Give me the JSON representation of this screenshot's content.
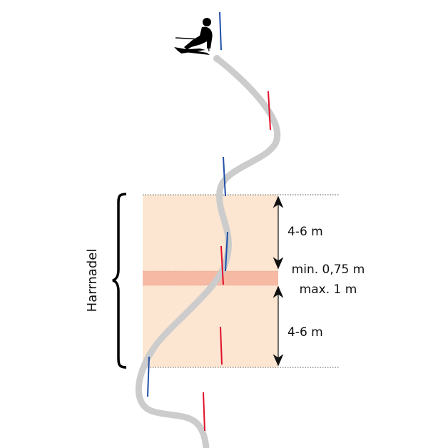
{
  "labels": {
    "brace_label": "Harrnadel",
    "upper_distance": "4-6 m",
    "gap_min": "min. 0,75 m",
    "gap_max": "max. 1 m",
    "lower_distance": "4-6 m"
  },
  "colors": {
    "zone_fill": "#fce6d2",
    "gap_fill": "#f6b9a3",
    "track": "#cccccc",
    "red_gate": "#e0102a",
    "blue_gate": "#1f4fa8"
  }
}
